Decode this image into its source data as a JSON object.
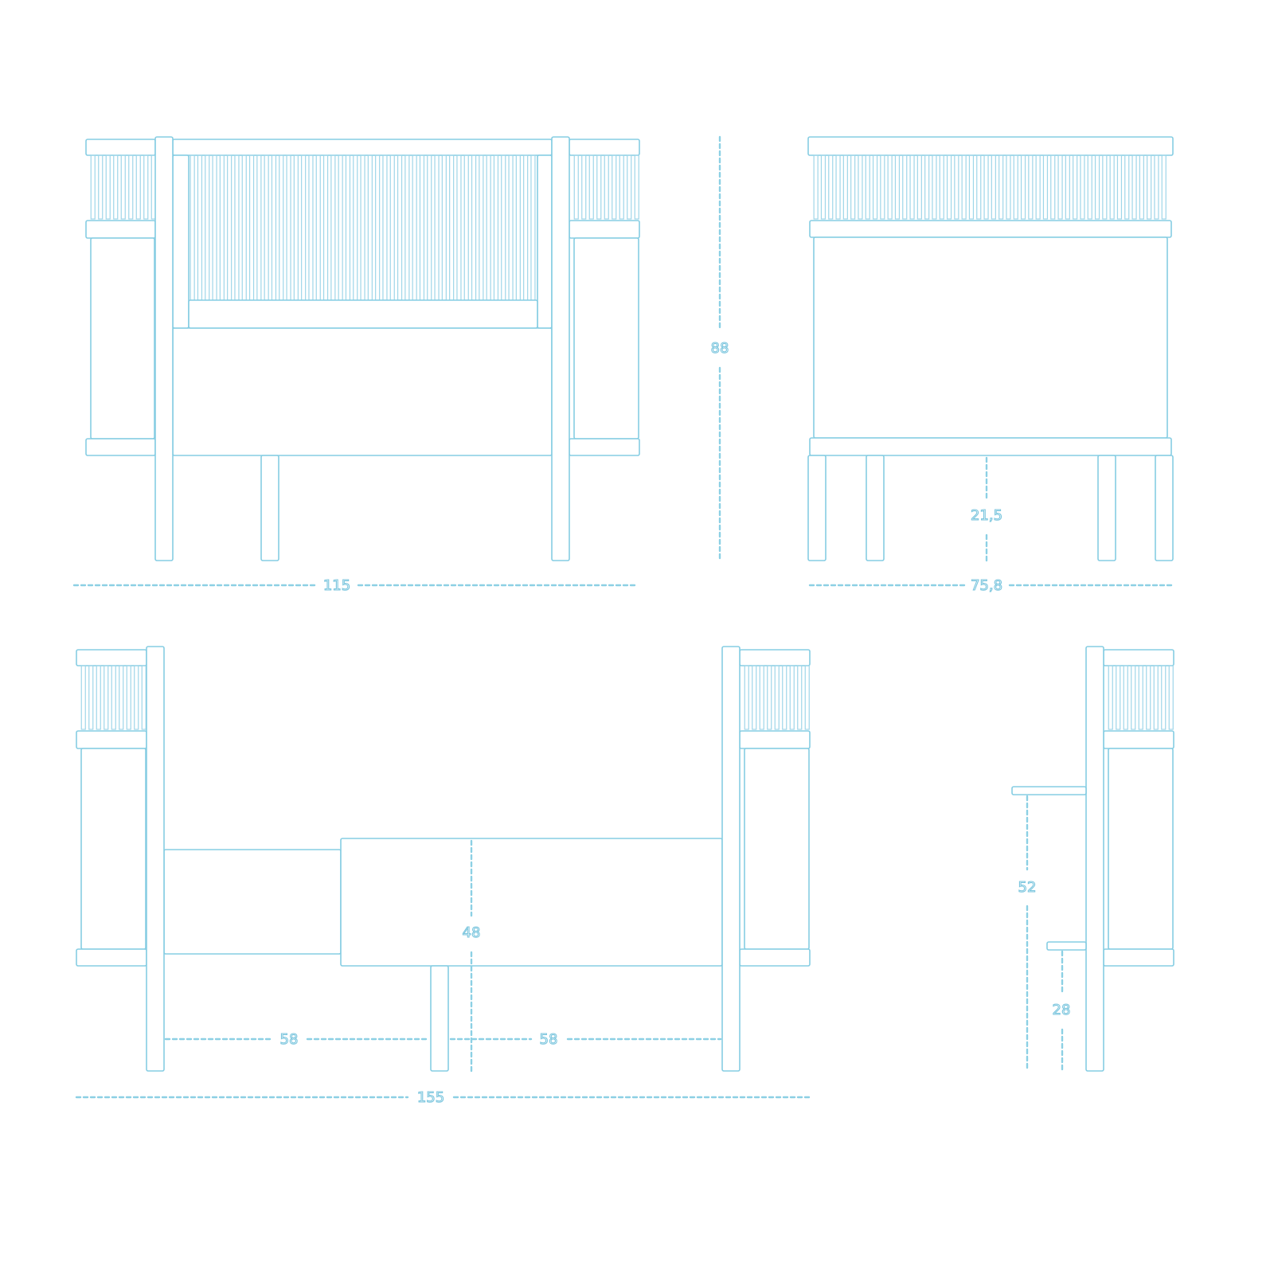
{
  "colors": {
    "line": "#86cde3",
    "dimension": "#8cd0e4",
    "background": "#ffffff"
  },
  "views": {
    "front": {
      "width_label": "115",
      "height_label": "88"
    },
    "side": {
      "width_label": "75,8",
      "leg_height_label": "21,5"
    },
    "extended": {
      "length_label": "155",
      "left_span_label": "58",
      "right_span_label": "58",
      "panel_height_label": "48"
    },
    "end": {
      "upper_bed_height_label": "52",
      "lower_bed_height_label": "28"
    }
  }
}
